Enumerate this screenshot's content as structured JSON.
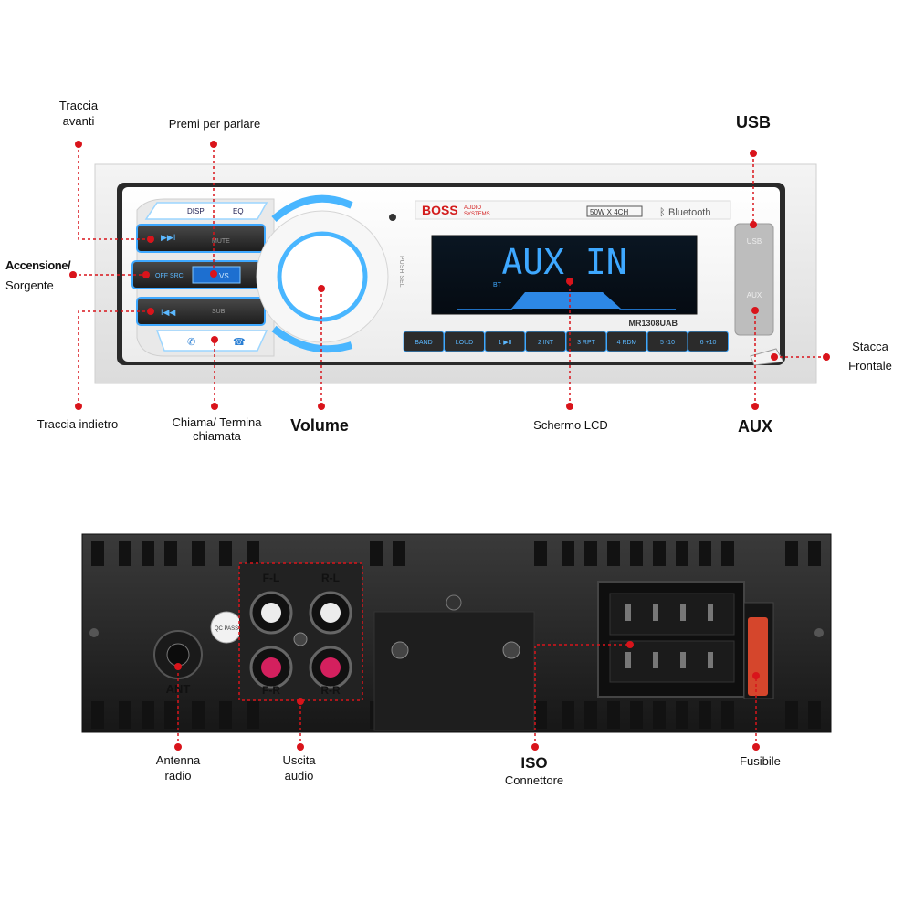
{
  "front_labels": {
    "track_forward": [
      "Traccia",
      "avanti"
    ],
    "push_to_talk": "Premi per parlare",
    "usb_callout": "USB",
    "power_source": [
      "Accensione/",
      "Sorgente"
    ],
    "detach_front": [
      "Stacca",
      "Frontale"
    ],
    "track_back": "Traccia indietro",
    "call_end": [
      "Chiama/ Termina",
      "chiamata"
    ],
    "volume": "Volume",
    "lcd_screen": "Schermo LCD",
    "aux_callout": "AUX"
  },
  "rear_labels": {
    "antenna": [
      "Antenna",
      "radio"
    ],
    "audio_out": [
      "Uscita",
      "audio"
    ],
    "iso": "ISO",
    "iso_sub": "Connettore",
    "fuse": "Fusibile"
  },
  "device_front": {
    "brand": "BOSS",
    "brand_sub": [
      "AUDIO",
      "SYSTEMS"
    ],
    "power_badge": "50W X 4CH",
    "bluetooth": "Bluetooth",
    "model": "MR1308UAB",
    "lcd_text": "AUX IN",
    "lcd_small": "BT",
    "disp": "DISP",
    "eq": "EQ",
    "mute": "MUTE",
    "off_src": "OFF SRC",
    "vs": "VS",
    "sub": "SUB",
    "push_sel": "PUSH SEL",
    "usb_port": "USB",
    "aux_port": "AUX",
    "presets": [
      "BAND",
      "LOUD",
      "1 ▶II",
      "2 INT",
      "3 RPT",
      "4 RDM",
      "5 -10",
      "6 +10"
    ]
  },
  "device_rear": {
    "fl": "F-L",
    "rl": "R-L",
    "fr": "F-R",
    "rr": "R-R",
    "ant": "ANT",
    "qc": "QC PASS"
  },
  "colors": {
    "callout_red": "#d9141b",
    "lcd_blue": "#3ea8ff",
    "ring_blue": "#49b6ff",
    "chassis": "#1f1f1f"
  }
}
